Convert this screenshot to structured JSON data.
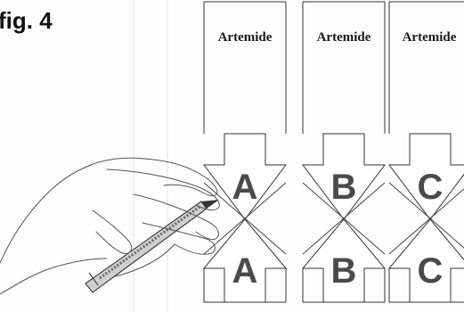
{
  "figure": {
    "label": "fig. 4"
  },
  "panels": [
    {
      "brand": "Artemide",
      "top_letter": "A",
      "bottom_letter": "A"
    },
    {
      "brand": "Artemide",
      "top_letter": "B",
      "bottom_letter": "B"
    },
    {
      "brand": "Artemide",
      "top_letter": "C",
      "bottom_letter": "C"
    }
  ],
  "illustration": {
    "icon": "hand-with-pen-icon"
  }
}
